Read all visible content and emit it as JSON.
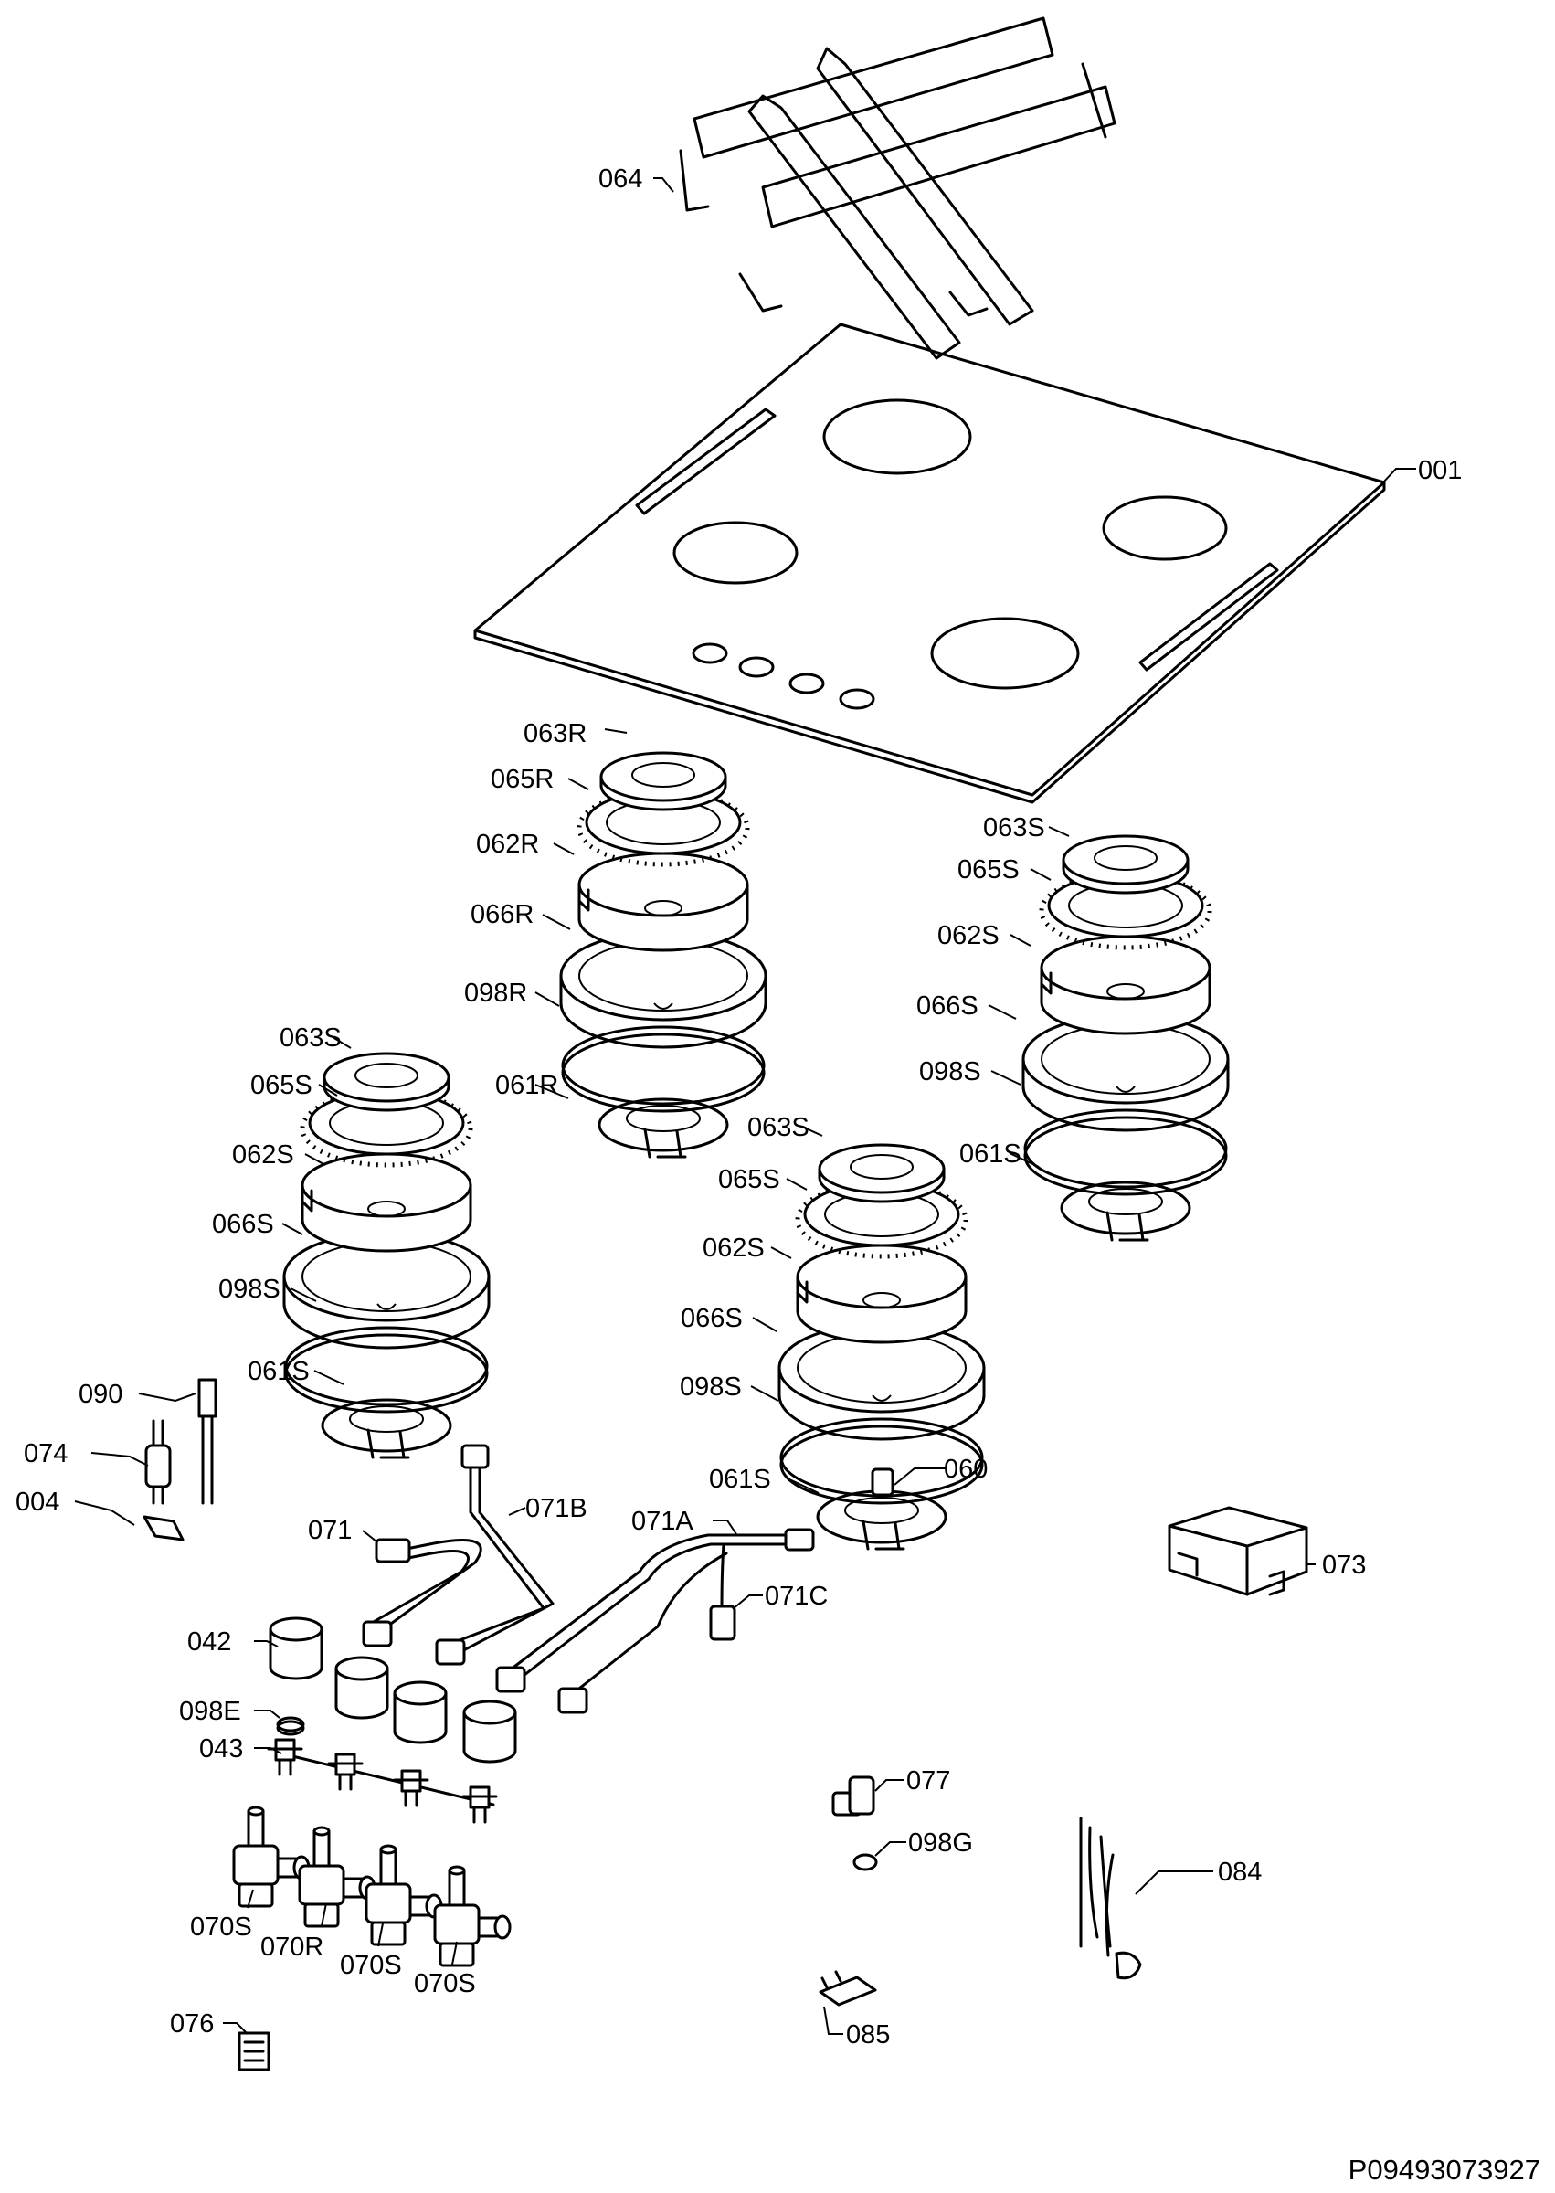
{
  "document_id": "P09493073927",
  "labels": {
    "l001": "001",
    "l064": "064",
    "l063R": "063R",
    "l065R": "065R",
    "l062R": "062R",
    "l066R": "066R",
    "l098R": "098R",
    "l061R": "061R",
    "l063S_a": "063S",
    "l065S_a": "065S",
    "l062S_a": "062S",
    "l066S_a": "066S",
    "l098S_a": "098S",
    "l061S_a": "061S",
    "l063S_b": "063S",
    "l065S_b": "065S",
    "l062S_b": "062S",
    "l066S_b": "066S",
    "l098S_b": "098S",
    "l061S_b": "061S",
    "l063S_c": "063S",
    "l065S_c": "065S",
    "l062S_c": "062S",
    "l066S_c": "066S",
    "l098S_c": "098S",
    "l061S_c": "061S",
    "l060": "060",
    "l090": "090",
    "l074": "074",
    "l004": "004",
    "l071": "071",
    "l071B": "071B",
    "l071A": "071A",
    "l071C": "071C",
    "l073": "073",
    "l042": "042",
    "l098E": "098E",
    "l043": "043",
    "l070S_1": "070S",
    "l070R": "070R",
    "l070S_2": "070S",
    "l070S_3": "070S",
    "l076": "076",
    "l077": "077",
    "l098G": "098G",
    "l084": "084",
    "l085": "085"
  }
}
